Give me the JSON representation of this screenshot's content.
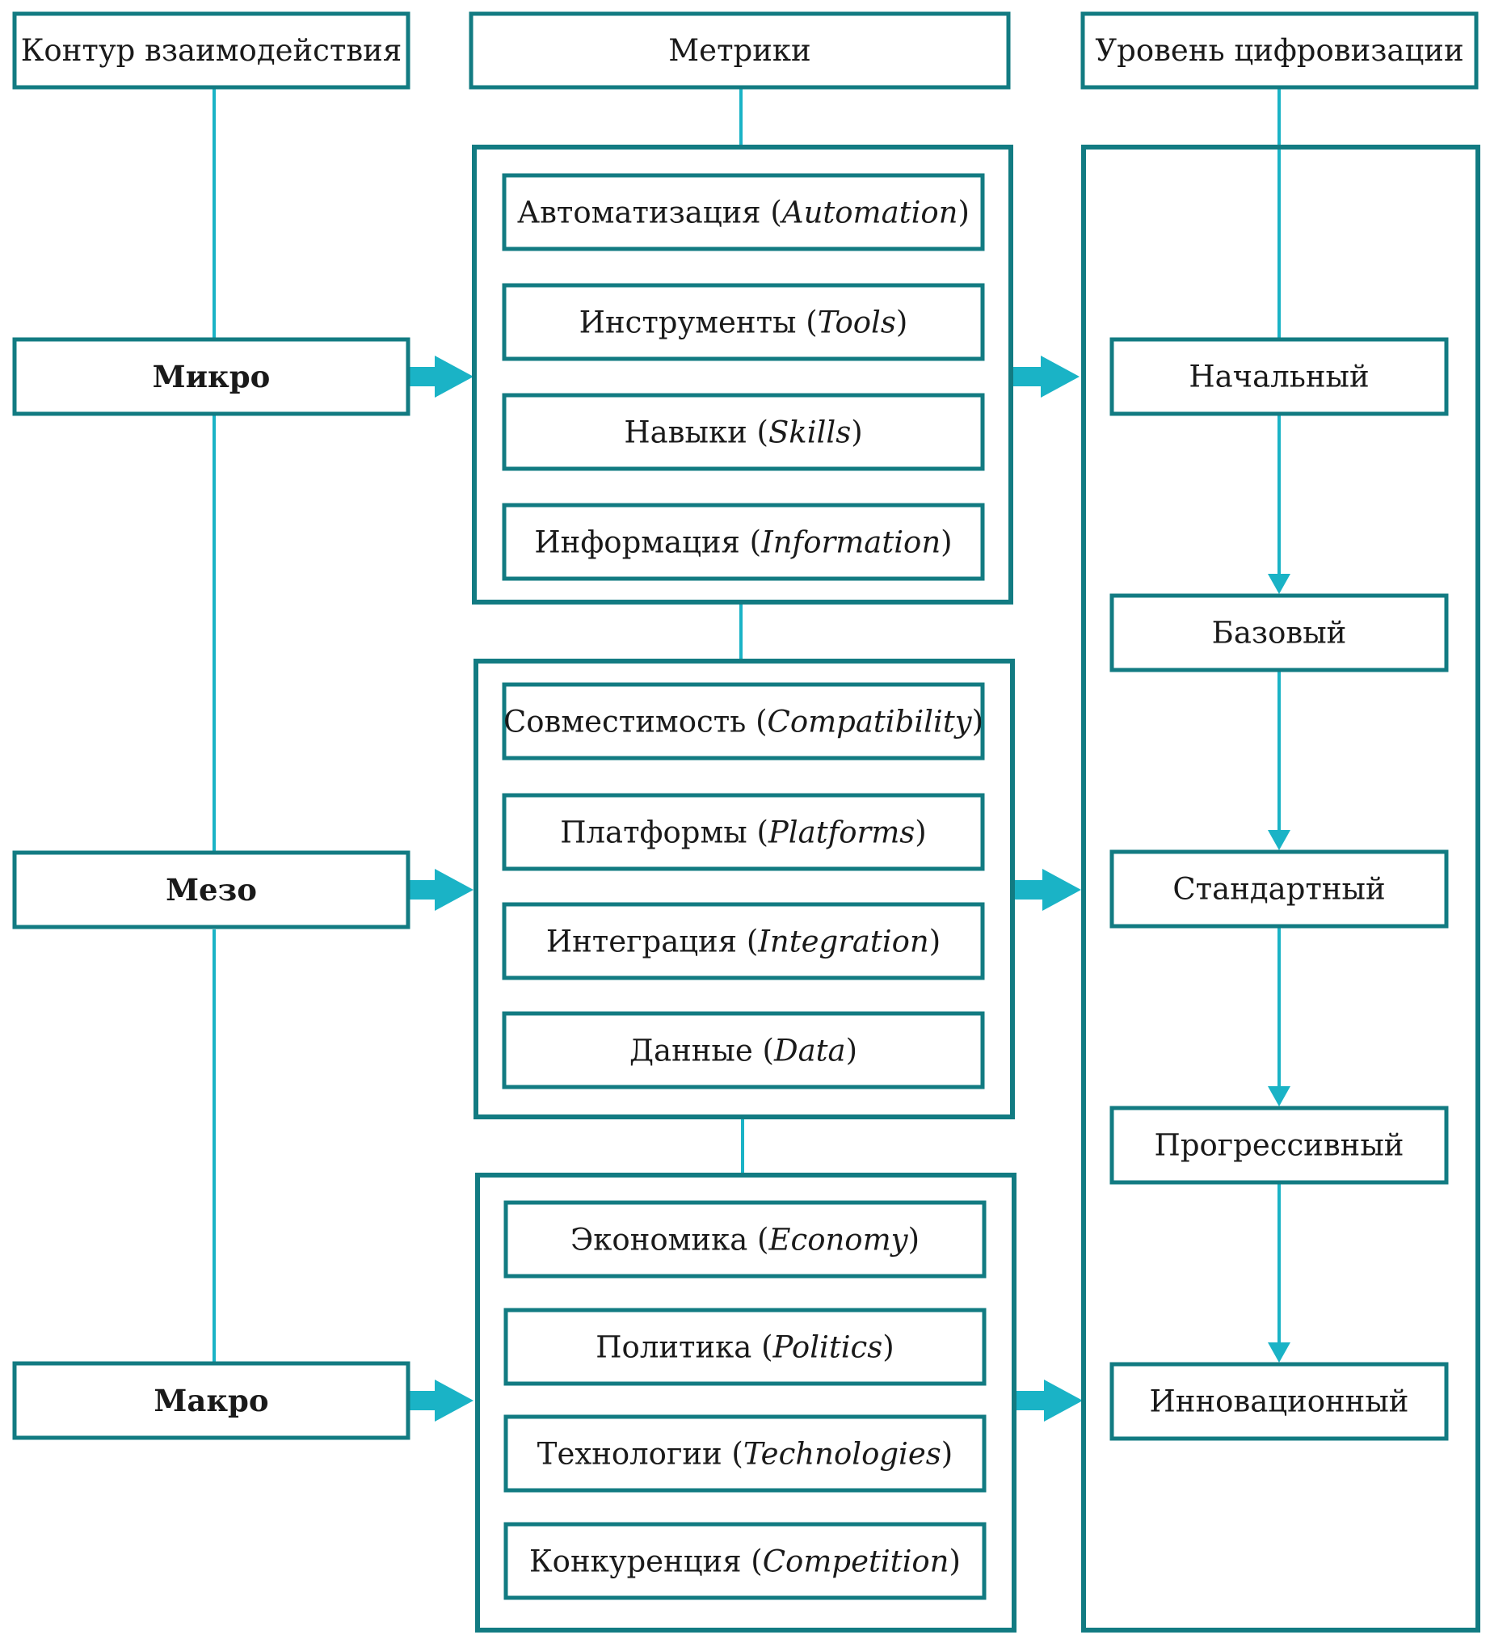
{
  "headers": {
    "contour": "Контур взаимодействия",
    "metrics": "Метрики",
    "level": "Уровень цифровизации"
  },
  "contours": [
    "Микро",
    "Мезо",
    "Макро"
  ],
  "metric_groups": [
    [
      {
        "ru": "Автоматизация",
        "en": "Automation"
      },
      {
        "ru": "Инструменты",
        "en": "Tools"
      },
      {
        "ru": "Навыки",
        "en": "Skills"
      },
      {
        "ru": "Информация",
        "en": "Information"
      }
    ],
    [
      {
        "ru": "Совместимость",
        "en": "Compatibility"
      },
      {
        "ru": "Платформы",
        "en": "Platforms"
      },
      {
        "ru": "Интеграция",
        "en": "Integration"
      },
      {
        "ru": "Данные",
        "en": "Data"
      }
    ],
    [
      {
        "ru": "Экономика",
        "en": "Economy"
      },
      {
        "ru": "Политика",
        "en": "Politics"
      },
      {
        "ru": "Технологии",
        "en": "Technologies"
      },
      {
        "ru": "Конкуренция",
        "en": "Competition"
      }
    ]
  ],
  "levels": [
    "Начальный",
    "Базовый",
    "Стандартный",
    "Прогрессивный",
    "Инновационный"
  ],
  "colors": {
    "border": "#127b82",
    "connector": "#1ab3c6",
    "text": "#1a1a1a"
  }
}
